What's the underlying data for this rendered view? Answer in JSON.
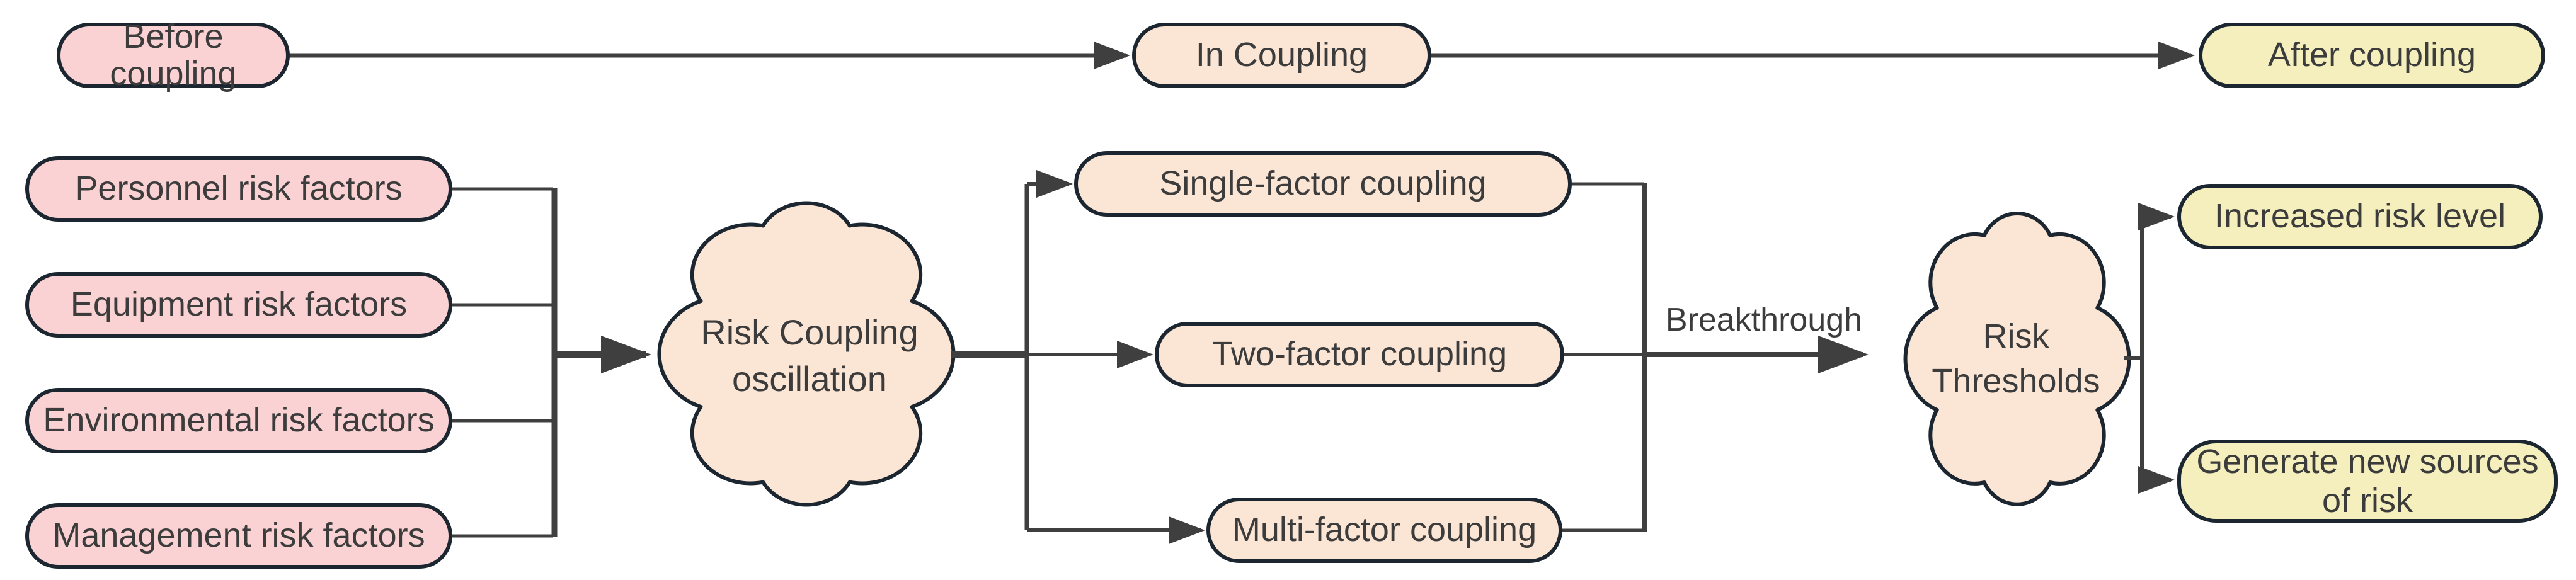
{
  "diagram": {
    "phases": {
      "before": "Before coupling",
      "during": "In Coupling",
      "after": "After coupling"
    },
    "risk_factors": [
      "Personnel risk factors",
      "Equipment risk factors",
      "Environmental risk factors",
      "Management risk factors"
    ],
    "oscillation_cloud": {
      "line1": "Risk Coupling",
      "line2": "oscillation"
    },
    "coupling_types": [
      "Single-factor coupling",
      "Two-factor coupling",
      "Multi-factor coupling"
    ],
    "breakthrough_label": "Breakthrough",
    "thresholds_cloud": {
      "line1": "Risk",
      "line2": "Thresholds"
    },
    "outcomes": [
      "Increased risk level",
      "Generate new sources of risk"
    ],
    "colors": {
      "pink": "#fad2d3",
      "peach": "#fbe5d5",
      "yellow": "#f4efbd",
      "node_border": "#1c2630",
      "line": "#3f3f3f",
      "text": "#3c3c3c"
    }
  }
}
